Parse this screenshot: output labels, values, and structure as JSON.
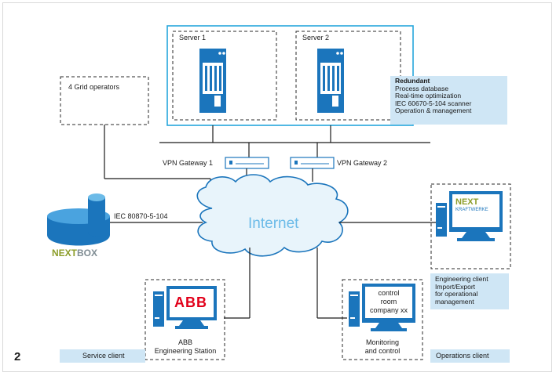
{
  "figure_number": "2",
  "servers": {
    "server1": "Server 1",
    "server2": "Server 2"
  },
  "redundant": {
    "title": "Redundant",
    "lines": [
      "Process database",
      "Real-time optimization",
      "IEC 60670-5-104 scanner",
      "Operation & management"
    ]
  },
  "grid_operators": "4 Grid operators",
  "vpn": {
    "gateway1": "VPN Gateway 1",
    "gateway2": "VPN Gateway 2"
  },
  "internet": "Internet",
  "protocol": "IEC 80870-5-104",
  "nextbox": {
    "part1": "NEXT",
    "part2": "BOX"
  },
  "next_kraftwerke": {
    "brand": "NEXT",
    "sub": "KRAFTWERKE"
  },
  "engineering_client": {
    "lines": [
      "Engineering client",
      "Import/Export",
      "for operational",
      "management"
    ]
  },
  "abb": {
    "logo": "ABB",
    "station_lines": [
      "ABB",
      "Engineering Station"
    ]
  },
  "control_room": {
    "lines": [
      "control",
      "room",
      "company xx"
    ]
  },
  "monitoring": {
    "lines": [
      "Monitoring",
      "and control"
    ]
  },
  "service_client": "Service client",
  "operations_client": "Operations client",
  "colors": {
    "accent_blue": "#1b75bc",
    "light_blue": "#cfe6f5",
    "server_frame": "#26a7dc",
    "next_green": "#8c9d2a",
    "nextbox_grey": "#7f8c93"
  }
}
